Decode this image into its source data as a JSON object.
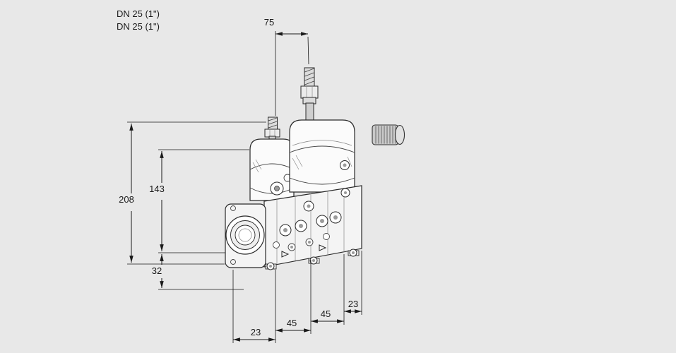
{
  "page": {
    "background": "#e8e8e8"
  },
  "annotations": {
    "port_label_1": "DN 25 (1\")",
    "port_label_2": "DN 25 (1\")"
  },
  "dimensions": {
    "top_offset": "75",
    "overall_height": "208",
    "mid_height": "143",
    "lower_offset": "32",
    "bottom_left": "23",
    "bottom_span_left": "45",
    "bottom_span_right": "45",
    "bottom_right": "23"
  },
  "colors": {
    "line": "#1a1a1a",
    "body_fill": "#f4f4f4",
    "metal_fill": "#c9c9c9"
  }
}
